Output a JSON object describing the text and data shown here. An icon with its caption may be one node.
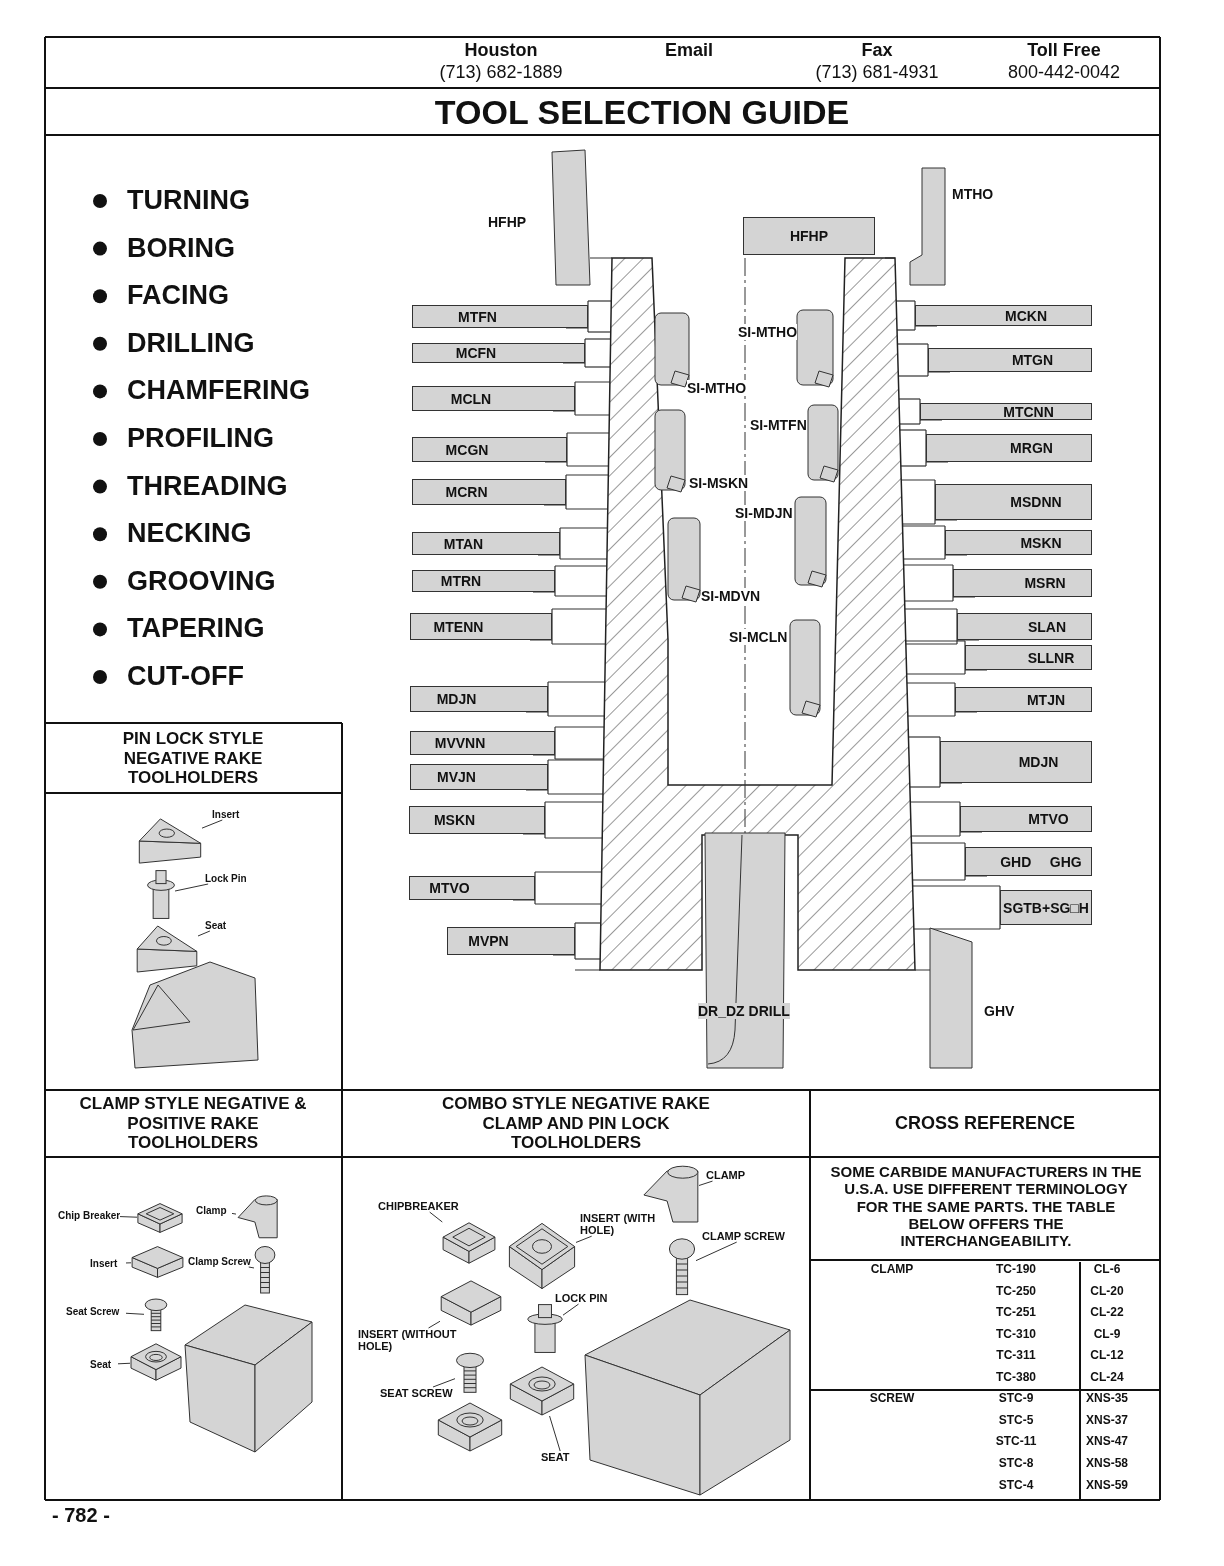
{
  "diagram": {
    "title": "TOOL SELECTION GUIDE",
    "nodes": [
      {
        "text": [
          "MTFN"
        ]
      },
      {
        "text": [
          "MCFN"
        ]
      },
      {
        "text": [
          "MCLN"
        ]
      },
      {
        "text": [
          "MCGN"
        ]
      },
      {
        "text": [
          "MCRN"
        ]
      },
      {
        "text": [
          "MTAN"
        ]
      },
      {
        "text": [
          "MTRN"
        ]
      },
      {
        "text": [
          "MTENN"
        ]
      },
      {
        "text": [
          "MDJN"
        ]
      },
      {
        "text": [
          "MVVNN"
        ]
      },
      {
        "text": [
          "MVJN"
        ]
      },
      {
        "text": [
          "MSKN"
        ]
      },
      {
        "text": [
          "MTVO"
        ]
      },
      {
        "text": [
          "MVPN"
        ]
      },
      {
        "text": [
          "HFHP"
        ]
      },
      {
        "text": [
          "MCKN"
        ]
      },
      {
        "text": [
          "MTGN"
        ]
      },
      {
        "text": [
          "MTCNN"
        ]
      },
      {
        "text": [
          "MRGN"
        ]
      },
      {
        "text": [
          "MSDNN"
        ]
      },
      {
        "text": [
          "MSKN"
        ]
      },
      {
        "text": [
          "MSRN"
        ]
      },
      {
        "text": [
          "SLAN"
        ]
      },
      {
        "text": [
          "SLLNR"
        ]
      },
      {
        "text": [
          "MTJN"
        ]
      },
      {
        "text": [
          "MDJN"
        ]
      },
      {
        "text": [
          "MTVO"
        ]
      },
      {
        "text": [
          "GHD",
          "GHG"
        ]
      },
      {
        "text": [
          "SGTB+SG□H"
        ]
      },
      {
        "text": [
          "Insert"
        ]
      },
      {
        "text": [],
        "shape": "picture"
      },
      {
        "text": [
          "Lock Pin"
        ]
      },
      {
        "text": [],
        "shape": "picture"
      },
      {
        "text": [
          "Seat"
        ]
      },
      {
        "text": [],
        "shape": "picture"
      },
      {
        "text": [
          "Chip Breaker"
        ]
      },
      {
        "text": [],
        "shape": "picture"
      },
      {
        "text": [
          "Insert"
        ]
      },
      {
        "text": [],
        "shape": "picture"
      },
      {
        "text": [
          "Seat Screw"
        ]
      },
      {
        "text": [],
        "shape": "picture"
      },
      {
        "text": [
          "Seat"
        ]
      },
      {
        "text": [],
        "shape": "picture"
      },
      {
        "text": [
          "Clamp"
        ]
      },
      {
        "text": [],
        "shape": "picture"
      },
      {
        "text": [
          "Clamp Screw"
        ]
      },
      {
        "text": [],
        "shape": "picture"
      },
      {
        "text": [
          "CHIPBREAKER"
        ]
      },
      {
        "text": [],
        "shape": "picture"
      },
      {
        "text": [
          "INSERT (WITH HOLE)"
        ]
      },
      {
        "text": [],
        "shape": "picture"
      },
      {
        "text": [
          "INSERT (WITHOUT HOLE)"
        ]
      },
      {
        "text": [],
        "shape": "picture"
      },
      {
        "text": [
          "LOCK PIN"
        ]
      },
      {
        "text": [],
        "shape": "picture"
      },
      {
        "text": [
          "SEAT SCREW"
        ]
      },
      {
        "text": [],
        "shape": "picture"
      },
      {
        "text": [
          "SEAT"
        ]
      },
      {
        "text": [],
        "shape": "picture"
      },
      {
        "text": [
          "CLAMP"
        ]
      },
      {
        "text": [],
        "shape": "picture"
      },
      {
        "text": [
          "CLAMP SCREW"
        ]
      },
      {
        "text": [],
        "shape": "picture"
      }
    ],
    "edges": [
      {
        "from": 29,
        "to": 30,
        "arrow": "none"
      },
      {
        "from": 31,
        "to": 32,
        "arrow": "none"
      },
      {
        "from": 33,
        "to": 34,
        "arrow": "none"
      },
      {
        "from": 35,
        "to": 36,
        "arrow": "none"
      },
      {
        "from": 37,
        "to": 38,
        "arrow": "none"
      },
      {
        "from": 39,
        "to": 40,
        "arrow": "none"
      },
      {
        "from": 41,
        "to": 42,
        "arrow": "none"
      },
      {
        "from": 43,
        "to": 44,
        "arrow": "none"
      },
      {
        "from": 45,
        "to": 46,
        "arrow": "none"
      },
      {
        "from": 47,
        "to": 48,
        "arrow": "none"
      },
      {
        "from": 49,
        "to": 50,
        "arrow": "none"
      },
      {
        "from": 51,
        "to": 52,
        "arrow": "none"
      },
      {
        "from": 53,
        "to": 54,
        "arrow": "none"
      },
      {
        "from": 55,
        "to": 56,
        "arrow": "none"
      },
      {
        "from": 57,
        "to": 58,
        "arrow": "none"
      },
      {
        "from": 59,
        "to": 60,
        "arrow": "none"
      },
      {
        "from": 61,
        "to": 62,
        "arrow": "none"
      }
    ],
    "labels": [
      "Houston",
      "(713) 682-1889",
      "Email",
      "Fax",
      "(713) 681-4931",
      "Toll Free",
      "800-442-0042",
      "TURNING",
      "BORING",
      "FACING",
      "DRILLING",
      "CHAMFERING",
      "PROFILING",
      "THREADING",
      "NECKING",
      "GROOVING",
      "TAPERING",
      "CUT-OFF",
      "HFHP",
      "MTHO",
      "SI-MTHO",
      "SI-MTHO",
      "SI-MTFN",
      "SI-MSKN",
      "SI-MDJN",
      "SI-MDVN",
      "SI-MCLN",
      "DR_DZ DRILL",
      "GHV",
      "PIN LOCK STYLE NEGATIVE RAKE TOOLHOLDERS",
      "CLAMP STYLE NEGATIVE & POSITIVE RAKE TOOLHOLDERS",
      "COMBO STYLE NEGATIVE RAKE CLAMP AND PIN LOCK TOOLHOLDERS",
      "CROSS REFERENCE",
      "SOME CARBIDE MANUFACTURERS IN THE U.S.A. USE DIFFERENT TERMINOLOGY FOR THE SAME PARTS. THE TABLE BELOW OFFERS THE INTERCHANGEABILITY.",
      "CLAMP",
      "TC-190",
      "CL-6",
      "TC-250",
      "CL-20",
      "TC-251",
      "CL-22",
      "TC-310",
      "CL-9",
      "TC-311",
      "CL-12",
      "TC-380",
      "CL-24",
      "SCREW",
      "STC-9",
      "XNS-35",
      "STC-5",
      "XNS-37",
      "STC-11",
      "XNS-47",
      "STC-8",
      "XNS-58",
      "STC-4",
      "XNS-59",
      "- 782 -"
    ]
  }
}
